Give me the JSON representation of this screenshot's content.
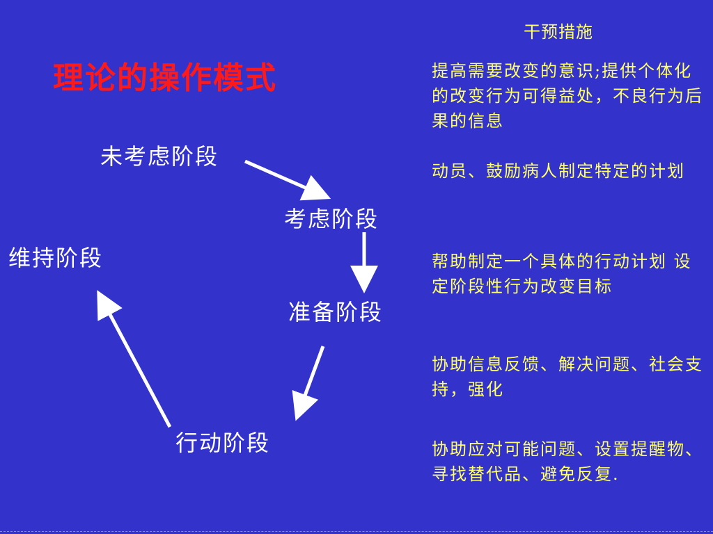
{
  "slide": {
    "title": "理论的操作模式",
    "stages": {
      "precontemplation": "未考虑阶段",
      "contemplation": "考虑阶段",
      "preparation": "准备阶段",
      "action": "行动阶段",
      "maintenance": "维持阶段"
    },
    "interventions": {
      "header": "干预措施",
      "items": [
        "提高需要改变的意识;提供个体化的改变行为可得益处，不良行为后果的信息",
        "动员、鼓励病人制定特定的计划",
        "帮助制定一个具体的行动计划 设定阶段性行为改变目标",
        "协助信息反馈、解决问题、社会支持，强化",
        "协助应对可能问题、设置提醒物、寻找替代品、避免反复."
      ]
    },
    "colors": {
      "background": "#3333cc",
      "title": "#ff1a1a",
      "stage_text": "#ffffff",
      "intervention_text": "#ffff66",
      "arrow": "#ffffff"
    }
  }
}
